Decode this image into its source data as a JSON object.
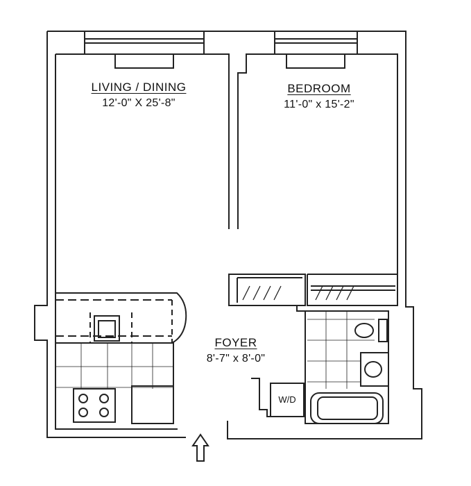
{
  "rooms": {
    "living_dining": {
      "name": "LIVING / DINING",
      "dimensions": "12'-0\" X 25'-8\""
    },
    "bedroom": {
      "name": "BEDROOM",
      "dimensions": "11'-0\" x 15'-2\""
    },
    "foyer": {
      "name": "FOYER",
      "dimensions": "8'-7\" x 8'-0\""
    }
  },
  "fixtures": {
    "washer_dryer": "W/D"
  },
  "icons": {
    "entry": "entry-arrow-icon"
  },
  "colors": {
    "line": "#222222",
    "background": "#ffffff"
  }
}
